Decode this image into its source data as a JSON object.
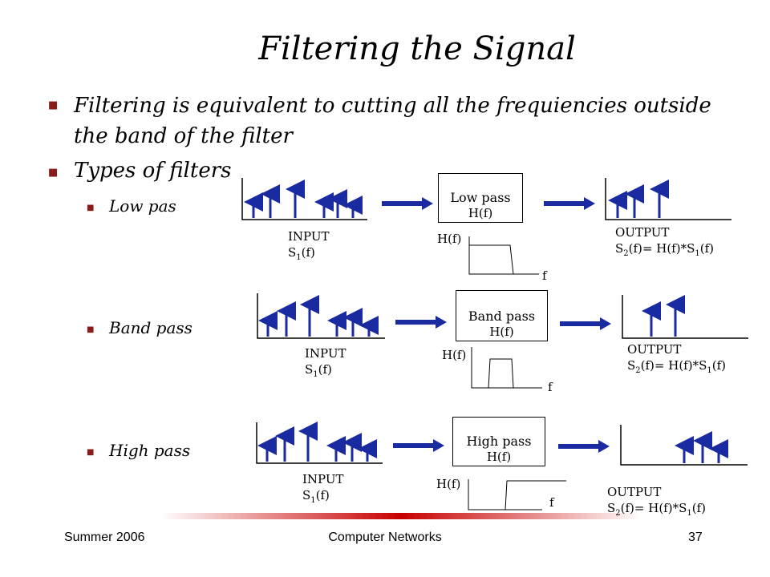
{
  "title": "Filtering the Signal",
  "bullets": [
    {
      "text": "Filtering is equivalent to cutting all the frequiencies outside the band of the filter"
    },
    {
      "text": "Types of filters"
    }
  ],
  "subbullets": [
    "Low pas",
    "Band pass",
    "High pass"
  ],
  "filters": [
    {
      "name": "Low pass",
      "hf": "H(f)"
    },
    {
      "name": "Band pass",
      "hf": "H(f)"
    },
    {
      "name": "High pass",
      "hf": "H(f)"
    }
  ],
  "labels": {
    "input": "INPUT",
    "output": "OUTPUT",
    "s": "S",
    "f_arg": "(f)",
    "s1": "1",
    "s2": "2",
    "out_eq_mid": "(f)= H(f)*S",
    "hf_axis": "H(f)",
    "f_axis": "f"
  },
  "footer": {
    "left": "Summer 2006",
    "center": "Computer Networks",
    "page": "37"
  },
  "colors": {
    "arrow": "#1a2aa0",
    "bullet": "#8b1a1a",
    "bar": "#c80000"
  }
}
